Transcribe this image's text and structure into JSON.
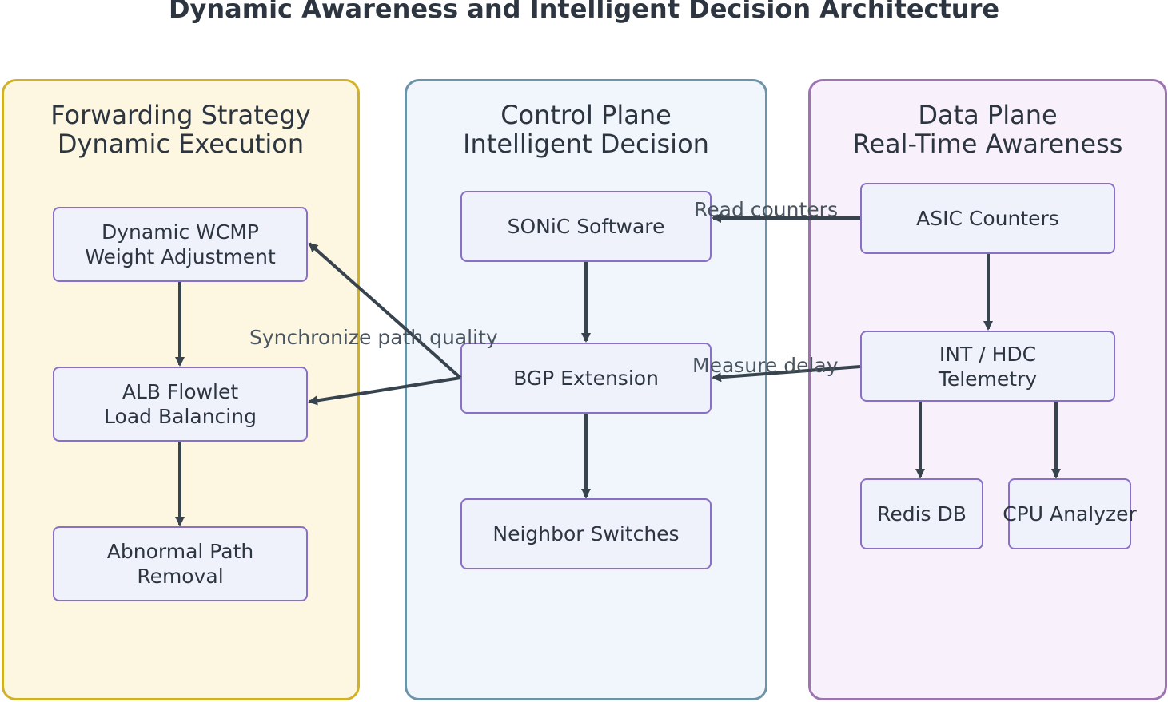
{
  "title": "Dynamic Awareness and Intelligent Decision Architecture",
  "panels": {
    "forwarding": {
      "title_line1": "Forwarding Strategy",
      "title_line2": "Dynamic Execution",
      "border_color": "#d1b128",
      "fill_color": "#fdf7e2"
    },
    "control": {
      "title_line1": "Control Plane",
      "title_line2": "Intelligent Decision",
      "border_color": "#6d93a6",
      "fill_color": "#f1f6fc"
    },
    "data": {
      "title_line1": "Data Plane",
      "title_line2": "Real-Time Awareness",
      "border_color": "#9d74b0",
      "fill_color": "#f8f1fb"
    }
  },
  "nodes": {
    "wcmp": {
      "line1": "Dynamic WCMP",
      "line2": "Weight Adjustment"
    },
    "alb": {
      "line1": "ALB Flowlet",
      "line2": "Load Balancing"
    },
    "abnormal": {
      "line1": "Abnormal Path",
      "line2": "Removal"
    },
    "sonic": {
      "line1": "SONiC Software"
    },
    "bgp": {
      "line1": "BGP Extension"
    },
    "neighbor": {
      "line1": "Neighbor Switches"
    },
    "asic": {
      "line1": "ASIC Counters"
    },
    "int": {
      "line1": "INT / HDC",
      "line2": "Telemetry"
    },
    "redis": {
      "line1": "Redis DB"
    },
    "cpu": {
      "line1": "CPU Analyzer"
    }
  },
  "edge_labels": {
    "read": "Read counters",
    "sync": "Synchronize path quality",
    "measure": "Measure delay"
  },
  "colors": {
    "node_border": "#8a6fc7",
    "node_fill": "#eff1fb",
    "edge": "#37434d",
    "text": "#2d3640"
  }
}
